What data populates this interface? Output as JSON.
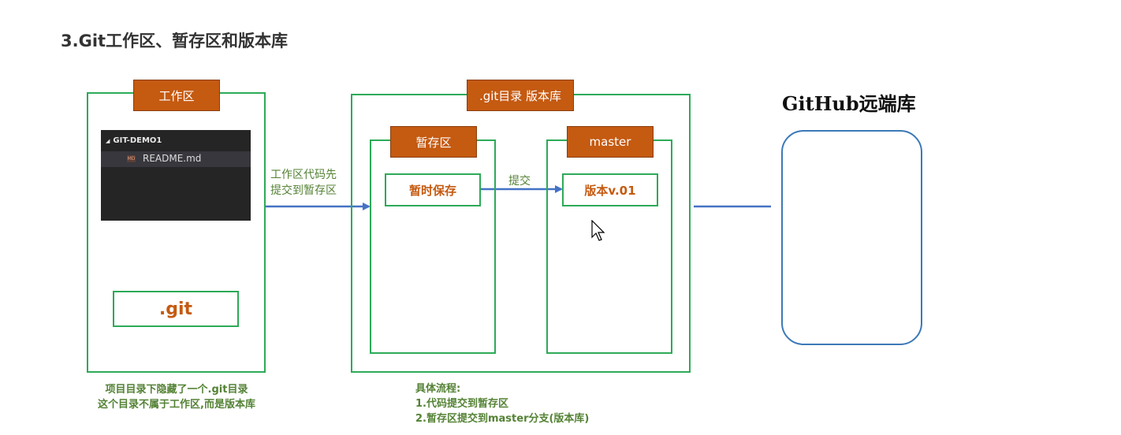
{
  "title": "3.Git工作区、暂存区和版本库",
  "workspace": {
    "label": "工作区",
    "explorer": {
      "workspace_name": "GIT-DEMO1",
      "collapse_glyph": "◢",
      "file_icon": "MD",
      "file_name": "README.md"
    },
    "git_folder": ".git",
    "caption": [
      "项目目录下隐藏了一个.git目录",
      "这个目录不属于工作区,而是版本库"
    ]
  },
  "arrow_label": [
    "工作区代码先",
    "提交到暂存区"
  ],
  "repo": {
    "label": ".git目录 版本库",
    "staging": {
      "label": "暂存区",
      "inner": "暂时保存"
    },
    "commit_label": "提交",
    "master": {
      "label": "master",
      "inner": "版本v.01"
    },
    "flow": [
      "具体流程:",
      "1.代码提交到暂存区",
      "2.暂存区提交到master分支(版本库)"
    ]
  },
  "remote": {
    "title": "GitHub远端库"
  },
  "colors": {
    "green_border": "#2daa58",
    "tag_orange": "#c55a11",
    "arrow_blue": "#4472c4",
    "caption_green": "#548235",
    "remote_border": "#3c79b8"
  },
  "icons": [
    "mouse-cursor-icon",
    "arrow-right-icon"
  ]
}
